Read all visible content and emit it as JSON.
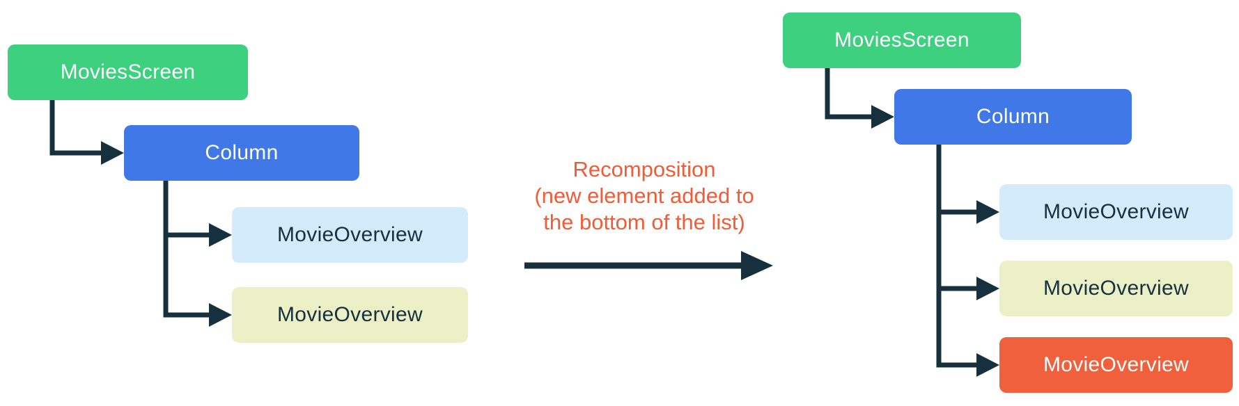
{
  "colors": {
    "green": "#3dd07e",
    "blue": "#4078e8",
    "light_blue": "#d4ebfb",
    "lime": "#ebf0c7",
    "orange": "#f1603c",
    "connector_navy": "#16313d",
    "annotation_red": "#f15b35",
    "white_text": "#ffffff"
  },
  "left_tree": {
    "root": {
      "label": "MoviesScreen",
      "fill": "#3dd07e",
      "text": "#ffffff"
    },
    "column": {
      "label": "Column",
      "fill": "#4078e8",
      "text": "#ffffff"
    },
    "children": [
      {
        "label": "MovieOverview",
        "fill": "#d4ebfb",
        "text": "#16313d"
      },
      {
        "label": "MovieOverview",
        "fill": "#ebf0c7",
        "text": "#16313d"
      }
    ]
  },
  "annotation": {
    "lines": [
      "Recomposition",
      "(new element added to",
      "the bottom of the list)"
    ]
  },
  "right_tree": {
    "root": {
      "label": "MoviesScreen",
      "fill": "#3dd07e",
      "text": "#ffffff"
    },
    "column": {
      "label": "Column",
      "fill": "#4078e8",
      "text": "#ffffff"
    },
    "children": [
      {
        "label": "MovieOverview",
        "fill": "#d4ebfb",
        "text": "#16313d"
      },
      {
        "label": "MovieOverview",
        "fill": "#ebf0c7",
        "text": "#16313d"
      },
      {
        "label": "MovieOverview",
        "fill": "#f1603c",
        "text": "#ffffff"
      }
    ]
  }
}
